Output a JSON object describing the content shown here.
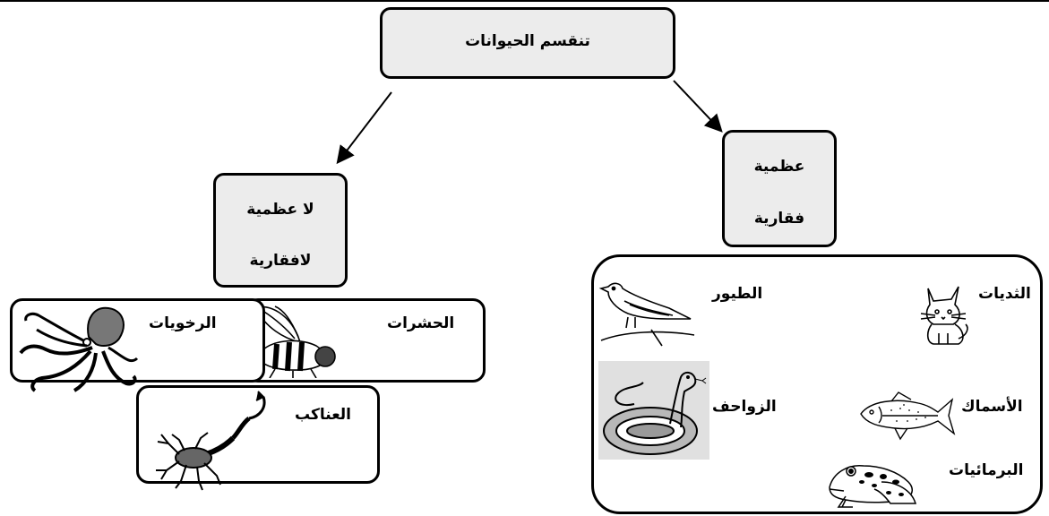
{
  "diagram": {
    "root": {
      "label": "تنقسم الحيوانات"
    },
    "vertebrates": {
      "line1": "عظمية",
      "line2": "فقارية",
      "classes": {
        "mammals": {
          "label": "الثديات",
          "icon": "cat-icon"
        },
        "birds": {
          "label": "الطيور",
          "icon": "bird-icon"
        },
        "fish": {
          "label": "الأسماك",
          "icon": "fish-icon"
        },
        "reptiles": {
          "label": "الزواحف",
          "icon": "snake-icon"
        },
        "amphibians": {
          "label": "البرمائيات",
          "icon": "frog-icon"
        }
      }
    },
    "invertebrates": {
      "line1": "لا عظمية",
      "line2": "لافقارية",
      "classes": {
        "insects": {
          "label": "الحشرات",
          "icon": "fly-icon"
        },
        "mollusks": {
          "label": "الرخويات",
          "icon": "octopus-icon"
        },
        "arachnids": {
          "label": "العناكب",
          "icon": "scorpion-icon"
        }
      }
    },
    "colors": {
      "stroke": "#000000",
      "box_fill": "#ececec",
      "snake_bg": "#e0e0e0"
    }
  }
}
